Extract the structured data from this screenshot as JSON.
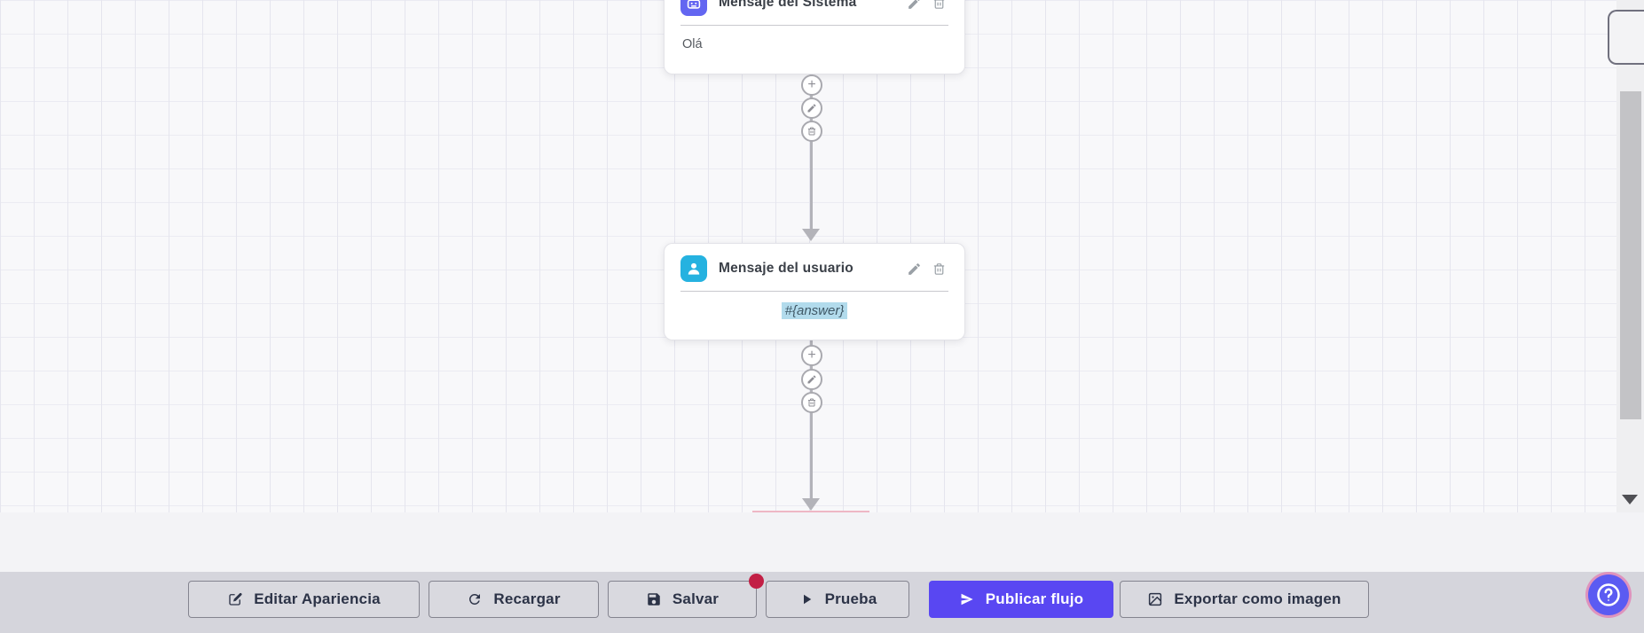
{
  "canvas": {
    "nodes": [
      {
        "title": "Mensaje del Sistema",
        "content": "Olá",
        "icon": "robot-icon",
        "icon_bg": "#6366f1"
      },
      {
        "title": "Mensaje del usuario",
        "content": "#{answer}",
        "icon": "user-icon",
        "icon_bg": "#25b2e0",
        "content_highlighted": true
      }
    ],
    "node_actions": [
      "edit",
      "delete"
    ],
    "connector_actions": [
      "add",
      "edit",
      "delete"
    ],
    "plus_glyph": "+"
  },
  "toolbar": {
    "buttons": [
      {
        "label": "Editar Apariencia",
        "icon": "edit-appearance-icon"
      },
      {
        "label": "Recargar",
        "icon": "reload-icon"
      },
      {
        "label": "Salvar",
        "icon": "save-icon",
        "badge": "unsaved-dot"
      },
      {
        "label": "Prueba",
        "icon": "play-icon"
      },
      {
        "label": "Publicar flujo",
        "icon": "publish-icon",
        "variant": "primary"
      },
      {
        "label": "Exportar como imagen",
        "icon": "export-image-icon"
      }
    ]
  },
  "colors": {
    "primary_button": "#5947f2",
    "help_button": "#5b5bf2",
    "help_ring": "#e85ca4",
    "unsaved_badge": "#c21f45",
    "system_icon_bg": "#6366f1",
    "user_icon_bg": "#25b2e0",
    "variable_highlight": "#b2dbec",
    "connector": "#b3b3b9",
    "toolbar_bg": "#d5d5dc",
    "canvas_bg": "#f8f8fa"
  }
}
